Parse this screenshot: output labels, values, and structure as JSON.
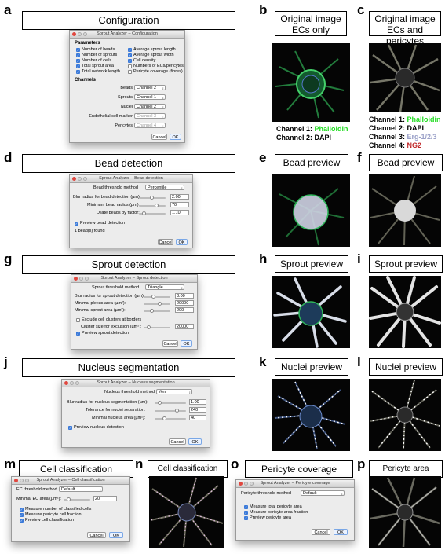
{
  "panel_labels": [
    "a",
    "b",
    "c",
    "d",
    "e",
    "f",
    "g",
    "h",
    "i",
    "j",
    "k",
    "l",
    "m",
    "n",
    "o",
    "p"
  ],
  "a": {
    "title": "Configuration",
    "dialog_title": "Sprout Analyzer – Configuration",
    "params_header": "Parameters",
    "params": [
      "Number of beads",
      "Number of sprouts",
      "Number of cells",
      "Total sprout area",
      "Total network length",
      "Average sprout length",
      "Average sprout width",
      "Cell density",
      "Numbers of ECs/pericytes",
      "Pericyte coverage (fibres)"
    ],
    "channels_header": "Channels",
    "channel_rows": [
      {
        "label": "Beads",
        "value": "Channel 2"
      },
      {
        "label": "Sprouts",
        "value": "Channel 1"
      },
      {
        "label": "Nuclei",
        "value": "Channel 2"
      },
      {
        "label": "Endothelial cell marker",
        "value": "Channel 3"
      },
      {
        "label": "Pericytes",
        "value": "Channel 4"
      }
    ],
    "cancel": "Cancel",
    "ok": "OK"
  },
  "b": {
    "title_line1": "Original image",
    "title_line2": "ECs only",
    "ch1_prefix": "Channel 1: ",
    "ch1_name": "Phalloidin",
    "ch2": "Channel 2: DAPI"
  },
  "c": {
    "title_line1": "Original image",
    "title_line2": "ECs and pericytes",
    "ch1_prefix": "Channel 1: ",
    "ch1_name": "Phalloidin",
    "ch2": "Channel 2: DAPI",
    "ch3_prefix": "Channel 3: ",
    "ch3_name": "Erg-1/2/3",
    "ch4_prefix": "Channel 4: ",
    "ch4_name": "NG2"
  },
  "d": {
    "title": "Bead detection",
    "dialog_title": "Sprout Analyzer – Bead detection",
    "method_label": "Bead threshold method",
    "method_value": "Percentile",
    "rows": [
      {
        "label": "Blur radius for bead detection (µm):",
        "value": "2.00"
      },
      {
        "label": "Minimum bead radius (µm):",
        "value": "70"
      },
      {
        "label": "Dilate beads by factor:",
        "value": "1.10"
      }
    ],
    "preview": "Preview bead detection",
    "found": "1 bead(s) found",
    "cancel": "Cancel",
    "ok": "OK"
  },
  "e": {
    "title": "Bead preview"
  },
  "f": {
    "title": "Bead preview"
  },
  "g": {
    "title": "Sprout detection",
    "dialog_title": "Sprout Analyzer – Sprout detection",
    "method_label": "Sprout threshold method",
    "method_value": "Triangle",
    "rows": [
      {
        "label": "Blur radius for sprout detection (µm):",
        "value": "3.00"
      },
      {
        "label": "Minimal plexus area (µm²):",
        "value": "20000"
      },
      {
        "label": "Minimal sprout area (µm²):",
        "value": "200"
      }
    ],
    "exclude": "Exclude cell clusters at borders",
    "cluster_label": "Cluster size for exclusion (µm²):",
    "cluster_value": "20000",
    "preview": "Preview sprout detection",
    "cancel": "Cancel",
    "ok": "OK"
  },
  "h": {
    "title": "Sprout preview"
  },
  "i": {
    "title": "Sprout preview"
  },
  "j": {
    "title": "Nucleus segmentation",
    "dialog_title": "Sprout Analyzer – Nucleus segmentation",
    "method_label": "Nucleus threshold method",
    "method_value": "Yen",
    "rows": [
      {
        "label": "Blur radius for nucleus segmentation (µm):",
        "value": "1.00"
      },
      {
        "label": "Tolerance for nuclei separation:",
        "value": "240"
      },
      {
        "label": "Minimal nucleus area (µm²):",
        "value": "40"
      }
    ],
    "preview": "Preview nucleus detection",
    "cancel": "Cancel",
    "ok": "OK"
  },
  "k": {
    "title": "Nuclei preview"
  },
  "l": {
    "title": "Nuclei preview"
  },
  "m": {
    "title": "Cell classification",
    "dialog_title": "Sprout Analyzer – Cell classification",
    "method_label": "EC threshold method",
    "method_value": "Default",
    "area_label": "Minimal EC area (µm²):",
    "area_value": "20",
    "checks": [
      "Measure number of classified cells",
      "Measure pericyte cell fraction",
      "Preview cell classification"
    ],
    "cancel": "Cancel",
    "ok": "OK"
  },
  "n": {
    "title": "Cell classification preview"
  },
  "o": {
    "title": "Pericyte coverage",
    "dialog_title": "Sprout Analyzer – Pericyte coverage",
    "method_label": "Pericyte threshold method",
    "method_value": "Default",
    "checks": [
      "Measure total pericyte area",
      "Measure pericyte area fraction",
      "Preview pericyte area"
    ],
    "cancel": "Cancel",
    "ok": "OK"
  },
  "p": {
    "title": "Pericyte area preview"
  },
  "colors": {
    "phalloidin": "#22dd22",
    "erg": "#9aa0c8",
    "ng2": "#c0282a",
    "checkbox": "#3b7ad9",
    "dialog_bg": "#ececec"
  }
}
